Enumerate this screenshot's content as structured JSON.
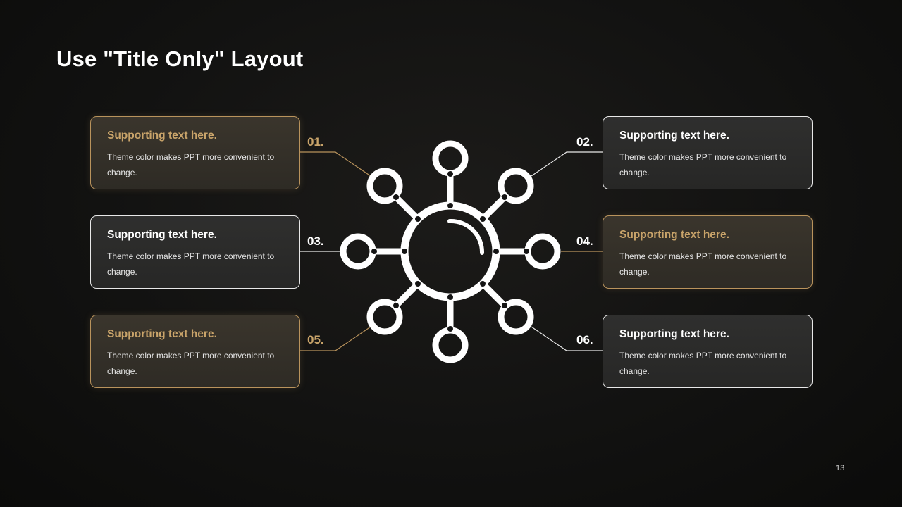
{
  "title": "Use \"Title Only\" Layout",
  "page_number": "13",
  "colors": {
    "background": "#121211",
    "accent_gold": "#c9a46a",
    "white": "#ffffff"
  },
  "items": [
    {
      "number": "01.",
      "heading": "Supporting text here.",
      "body": "Theme color makes PPT more convenient to change.",
      "style": "gold"
    },
    {
      "number": "02.",
      "heading": "Supporting text here.",
      "body": "Theme color makes PPT more convenient to change.",
      "style": "white"
    },
    {
      "number": "03.",
      "heading": "Supporting text here.",
      "body": "Theme color makes PPT more convenient to change.",
      "style": "white"
    },
    {
      "number": "04.",
      "heading": "Supporting text here.",
      "body": "Theme color makes PPT more convenient to change.",
      "style": "gold"
    },
    {
      "number": "05.",
      "heading": "Supporting text here.",
      "body": "Theme color makes PPT more convenient to change.",
      "style": "gold"
    },
    {
      "number": "06.",
      "heading": "Supporting text here.",
      "body": "Theme color makes PPT more convenient to change.",
      "style": "white"
    }
  ],
  "center_icon": "network-hub-icon"
}
